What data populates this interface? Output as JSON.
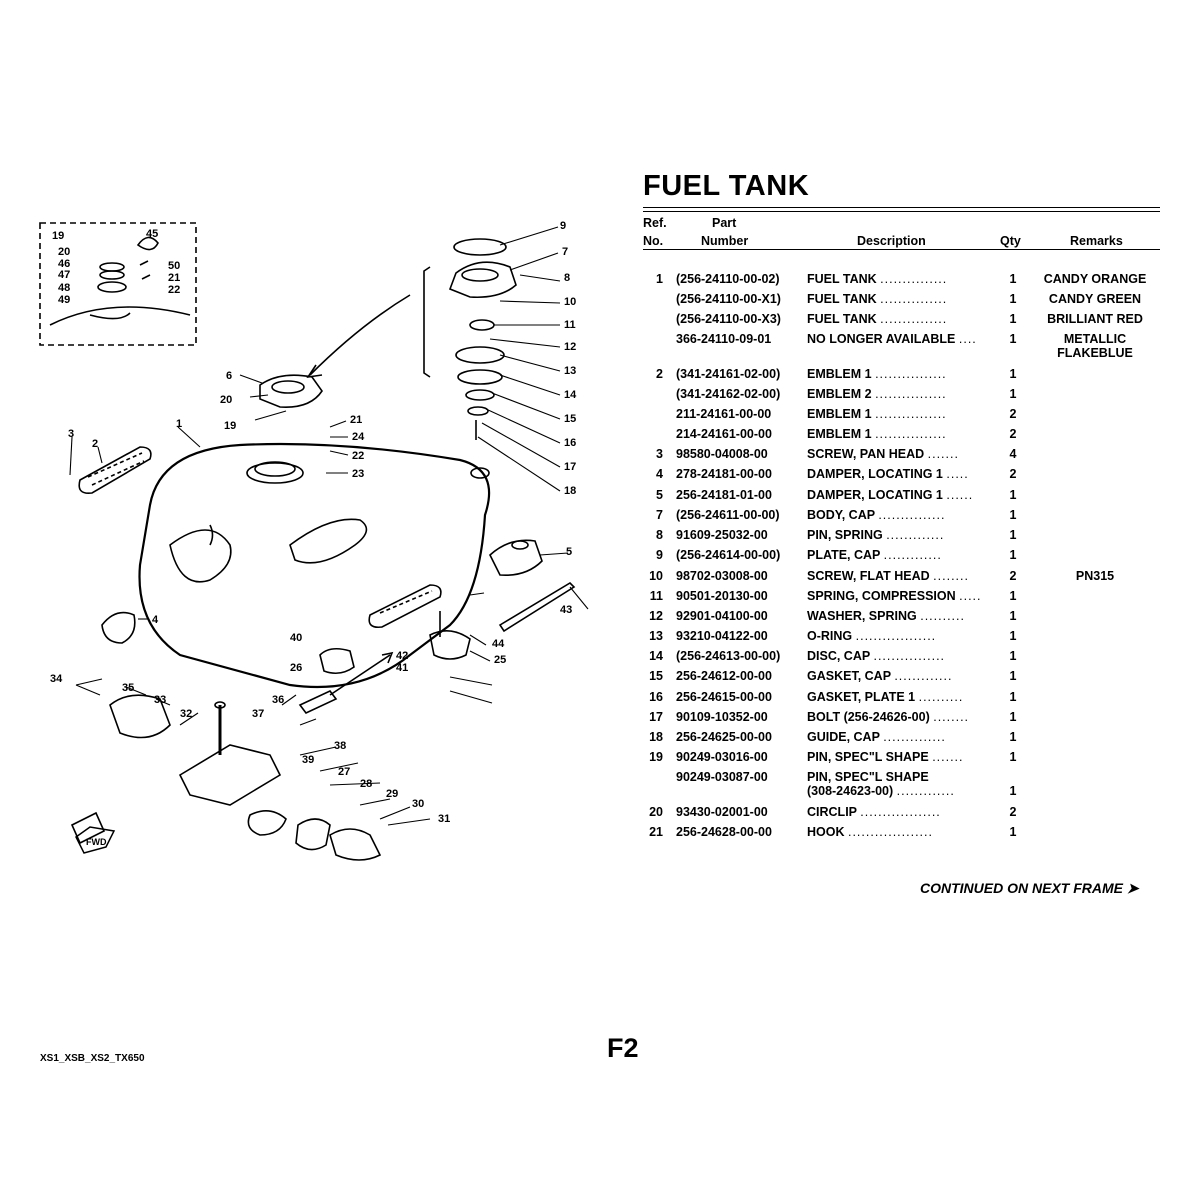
{
  "title": "FUEL TANK",
  "headers": {
    "ref_line1": "Ref.",
    "ref_line2": "No.",
    "part_line1": "Part",
    "part_line2": "Number",
    "description": "Description",
    "qty": "Qty",
    "remarks": "Remarks"
  },
  "rows": [
    {
      "ref": "1",
      "part": "(256-24110-00-02)",
      "desc": "FUEL TANK",
      "dots": "...............",
      "qty": "1",
      "remarks": "CANDY ORANGE"
    },
    {
      "ref": "",
      "part": "(256-24110-00-X1)",
      "desc": "FUEL TANK",
      "dots": "...............",
      "qty": "1",
      "remarks": "CANDY GREEN"
    },
    {
      "ref": "",
      "part": "(256-24110-00-X3)",
      "desc": "FUEL TANK",
      "dots": "...............",
      "qty": "1",
      "remarks": "BRILLIANT RED"
    },
    {
      "ref": "",
      "part": "366-24110-09-01",
      "desc": "NO LONGER AVAILABLE",
      "dots": "....",
      "qty": "1",
      "remarks": "METALLIC",
      "remarks2": "FLAKEBLUE"
    },
    {
      "ref": "2",
      "part": "(341-24161-02-00)",
      "desc": "EMBLEM 1",
      "dots": "................",
      "qty": "1",
      "remarks": ""
    },
    {
      "ref": "",
      "part": "(341-24162-02-00)",
      "desc": "EMBLEM 2",
      "dots": "................",
      "qty": "1",
      "remarks": ""
    },
    {
      "ref": "",
      "part": "211-24161-00-00",
      "desc": "EMBLEM 1",
      "dots": "................",
      "qty": "2",
      "remarks": ""
    },
    {
      "ref": "",
      "part": "214-24161-00-00",
      "desc": "EMBLEM 1",
      "dots": "................",
      "qty": "2",
      "remarks": ""
    },
    {
      "ref": "3",
      "part": "98580-04008-00",
      "desc": "SCREW, PAN HEAD",
      "dots": ".......",
      "qty": "4",
      "remarks": ""
    },
    {
      "ref": "4",
      "part": "278-24181-00-00",
      "desc": "DAMPER, LOCATING 1",
      "dots": ".....",
      "qty": "2",
      "remarks": ""
    },
    {
      "ref": "5",
      "part": "256-24181-01-00",
      "desc": "DAMPER, LOCATING 1",
      "dots": "......",
      "qty": "1",
      "remarks": ""
    },
    {
      "ref": "7",
      "part": "(256-24611-00-00)",
      "desc": "BODY, CAP",
      "dots": "...............",
      "qty": "1",
      "remarks": ""
    },
    {
      "ref": "8",
      "part": "91609-25032-00",
      "desc": "PIN, SPRING",
      "dots": ".............",
      "qty": "1",
      "remarks": ""
    },
    {
      "ref": "9",
      "part": "(256-24614-00-00)",
      "desc": "PLATE, CAP",
      "dots": ".............",
      "qty": "1",
      "remarks": ""
    },
    {
      "ref": "10",
      "part": "98702-03008-00",
      "desc": "SCREW, FLAT HEAD",
      "dots": "........",
      "qty": "2",
      "remarks": "PN315"
    },
    {
      "ref": "11",
      "part": "90501-20130-00",
      "desc": "SPRING, COMPRESSION",
      "dots": ".....",
      "qty": "1",
      "remarks": ""
    },
    {
      "ref": "12",
      "part": "92901-04100-00",
      "desc": "WASHER, SPRING",
      "dots": "..........",
      "qty": "1",
      "remarks": ""
    },
    {
      "ref": "13",
      "part": "93210-04122-00",
      "desc": "O-RING",
      "dots": "..................",
      "qty": "1",
      "remarks": ""
    },
    {
      "ref": "14",
      "part": "(256-24613-00-00)",
      "desc": "DISC, CAP",
      "dots": "................",
      "qty": "1",
      "remarks": ""
    },
    {
      "ref": "15",
      "part": "256-24612-00-00",
      "desc": "GASKET, CAP",
      "dots": ".............",
      "qty": "1",
      "remarks": ""
    },
    {
      "ref": "16",
      "part": "256-24615-00-00",
      "desc": "GASKET, PLATE 1",
      "dots": "..........",
      "qty": "1",
      "remarks": ""
    },
    {
      "ref": "17",
      "part": "90109-10352-00",
      "desc": "BOLT (256-24626-00)",
      "dots": "........",
      "qty": "1",
      "remarks": ""
    },
    {
      "ref": "18",
      "part": "256-24625-00-00",
      "desc": "GUIDE, CAP",
      "dots": "..............",
      "qty": "1",
      "remarks": ""
    },
    {
      "ref": "19",
      "part": "90249-03016-00",
      "desc": "PIN, SPEC\"L SHAPE",
      "dots": ".......",
      "qty": "1",
      "remarks": ""
    },
    {
      "ref": "",
      "part": "90249-03087-00",
      "desc": "PIN, SPEC\"L SHAPE",
      "desc2": "(308-24623-00)",
      "dots": ".............",
      "qty": "1",
      "remarks": ""
    },
    {
      "ref": "20",
      "part": "93430-02001-00",
      "desc": "CIRCLIP",
      "dots": "..................",
      "qty": "2",
      "remarks": ""
    },
    {
      "ref": "21",
      "part": "256-24628-00-00",
      "desc": "HOOK",
      "dots": "...................",
      "qty": "1",
      "remarks": ""
    }
  ],
  "continued": "CONTINUED ON NEXT FRAME ➤",
  "frame_id": "F2",
  "model_code": "XS1_XSB_XS2_TX650",
  "diagram": {
    "callouts": [
      "1",
      "2",
      "3",
      "4",
      "5",
      "6",
      "7",
      "8",
      "9",
      "10",
      "11",
      "12",
      "13",
      "14",
      "15",
      "16",
      "17",
      "18",
      "19",
      "20",
      "21",
      "22",
      "23",
      "24",
      "25",
      "26",
      "27",
      "28",
      "29",
      "30",
      "31",
      "32",
      "33",
      "34",
      "35",
      "36",
      "37",
      "38",
      "39",
      "40",
      "41",
      "42",
      "43",
      "44",
      "45",
      "46",
      "47",
      "48",
      "49",
      "50"
    ],
    "inset_callouts": [
      "19",
      "20",
      "46",
      "47",
      "48",
      "49",
      "45",
      "50",
      "21",
      "22"
    ],
    "fwd_label": "FWD"
  }
}
